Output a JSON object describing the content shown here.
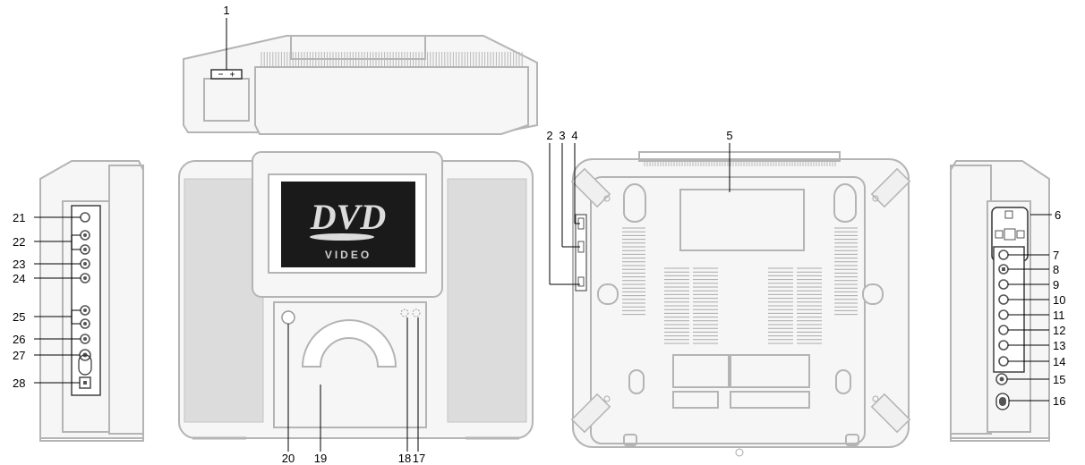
{
  "diagram": {
    "logo": {
      "main": "DVD",
      "sub": "VIDEO"
    },
    "callouts": [
      {
        "id": "1",
        "label": "1"
      },
      {
        "id": "2",
        "label": "2"
      },
      {
        "id": "3",
        "label": "3"
      },
      {
        "id": "4",
        "label": "4"
      },
      {
        "id": "5",
        "label": "5"
      },
      {
        "id": "6",
        "label": "6"
      },
      {
        "id": "7",
        "label": "7"
      },
      {
        "id": "8",
        "label": "8"
      },
      {
        "id": "9",
        "label": "9"
      },
      {
        "id": "10",
        "label": "10"
      },
      {
        "id": "11",
        "label": "11"
      },
      {
        "id": "12",
        "label": "12"
      },
      {
        "id": "13",
        "label": "13"
      },
      {
        "id": "14",
        "label": "14"
      },
      {
        "id": "15",
        "label": "15"
      },
      {
        "id": "16",
        "label": "16"
      },
      {
        "id": "17",
        "label": "17"
      },
      {
        "id": "18",
        "label": "18"
      },
      {
        "id": "19",
        "label": "19"
      },
      {
        "id": "20",
        "label": "20"
      },
      {
        "id": "21",
        "label": "21"
      },
      {
        "id": "22",
        "label": "22"
      },
      {
        "id": "23",
        "label": "23"
      },
      {
        "id": "24",
        "label": "24"
      },
      {
        "id": "25",
        "label": "25"
      },
      {
        "id": "26",
        "label": "26"
      },
      {
        "id": "27",
        "label": "27"
      },
      {
        "id": "28",
        "label": "28"
      }
    ]
  }
}
